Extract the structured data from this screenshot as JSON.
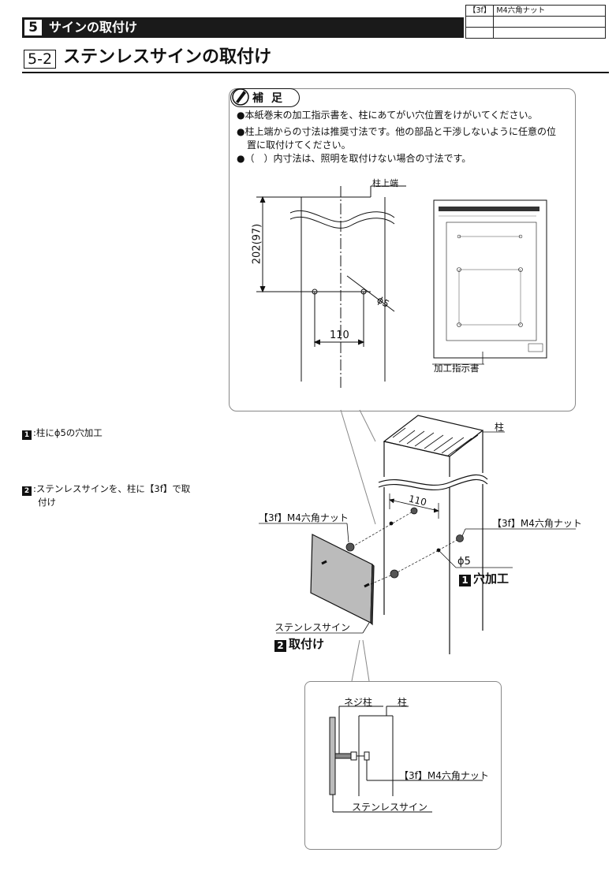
{
  "parts_table": {
    "row1_code": "【3f】",
    "row1_name": "M4六角ナット"
  },
  "section": {
    "number": "5",
    "title": "サインの取付け"
  },
  "subsection": {
    "number": "5-2",
    "title": "ステンレスサインの取付け"
  },
  "supplement": {
    "label": "補足",
    "notes": [
      "●本紙巻末の加工指示書を、柱にあてがい穴位置をけがいてください。",
      "●柱上端からの寸法は推奨寸法です。他の部品と干渉しないように任意の位",
      "置に取付けてください。",
      "●（　）内寸法は、照明を取付けない場合の寸法です。"
    ]
  },
  "top_diagram": {
    "pillar_top_label": "柱上端",
    "dim_vertical": "202(97)",
    "dim_horizontal": "110",
    "hole_dia": "ϕ5",
    "sheet_label": "加工指示書"
  },
  "steps": [
    {
      "num": "1",
      "text": ":柱にϕ5の穴加工"
    },
    {
      "num": "2",
      "text": ":ステンレスサインを、柱に【3f】で取",
      "text2": "付け"
    }
  ],
  "main_diagram": {
    "pillar_label": "柱",
    "dim_110": "110",
    "nut_left": "【3f】M4六角ナット",
    "nut_right": "【3f】M4六角ナット",
    "hole_dia": "ϕ5",
    "step1_num": "1",
    "step1_label": "穴加工",
    "sign_label": "ステンレスサイン",
    "step2_num": "2",
    "step2_label": "取付け"
  },
  "detail_diagram": {
    "stud_label": "ネジ柱",
    "pillar_label": "柱",
    "nut_label": "【3f】M4六角ナット",
    "sign_label": "ステンレスサイン"
  }
}
